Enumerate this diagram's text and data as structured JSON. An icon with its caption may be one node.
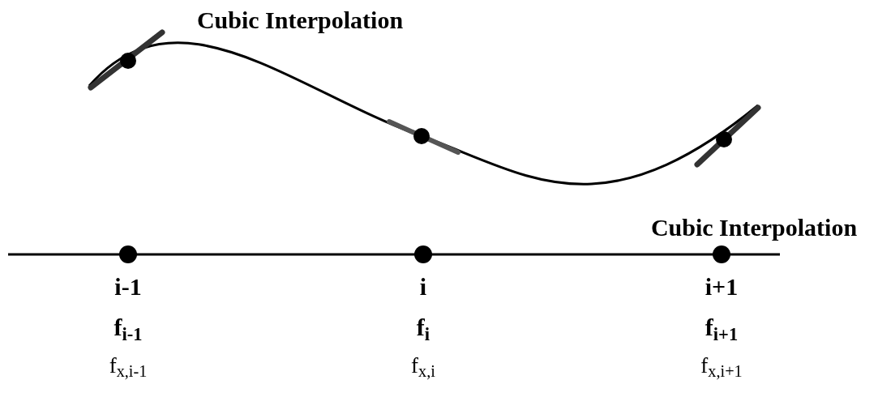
{
  "diagram": {
    "title": "Cubic Interpolation",
    "labels": [
      "Cubic Interpolation",
      "i-1",
      "i",
      "i+1",
      "f$_{i-1}$",
      "f$_{i}$",
      "f$_{i+1}$",
      "f$_{x,i-1}$",
      "f$_{x,i}$",
      "f$_{x,i+1}$"
    ]
  }
}
